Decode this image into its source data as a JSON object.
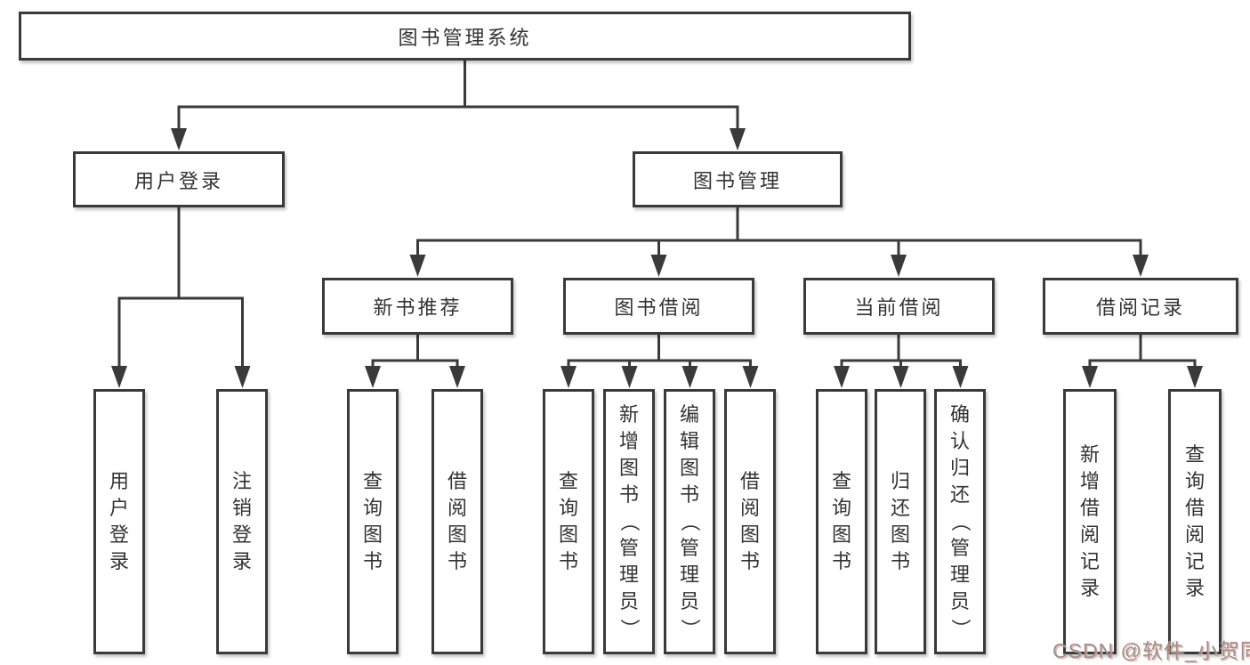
{
  "tree": {
    "label": "图书管理系统",
    "children": [
      {
        "label": "用户登录",
        "children": [
          {
            "label": "用户登录"
          },
          {
            "label": "注销登录"
          }
        ]
      },
      {
        "label": "图书管理",
        "children": [
          {
            "label": "新书推荐",
            "children": [
              {
                "label": "查询图书"
              },
              {
                "label": "借阅图书"
              }
            ]
          },
          {
            "label": "图书借阅",
            "children": [
              {
                "label": "查询图书"
              },
              {
                "label": "新增图书（管理员）"
              },
              {
                "label": "编辑图书（管理员）"
              },
              {
                "label": "借阅图书"
              }
            ]
          },
          {
            "label": "当前借阅",
            "children": [
              {
                "label": "查询图书"
              },
              {
                "label": "归还图书"
              },
              {
                "label": "确认归还（管理员）"
              }
            ]
          },
          {
            "label": "借阅记录",
            "children": [
              {
                "label": "新增借阅记录"
              },
              {
                "label": "查询借阅记录"
              }
            ]
          }
        ]
      }
    ]
  },
  "watermark": {
    "text": "CSDN @软件_小贺同学"
  },
  "colors": {
    "line": "#3a3a3a",
    "box_border": "#3a3a3a",
    "text": "#333333",
    "background": "#ffffff",
    "watermark": "#949494"
  }
}
